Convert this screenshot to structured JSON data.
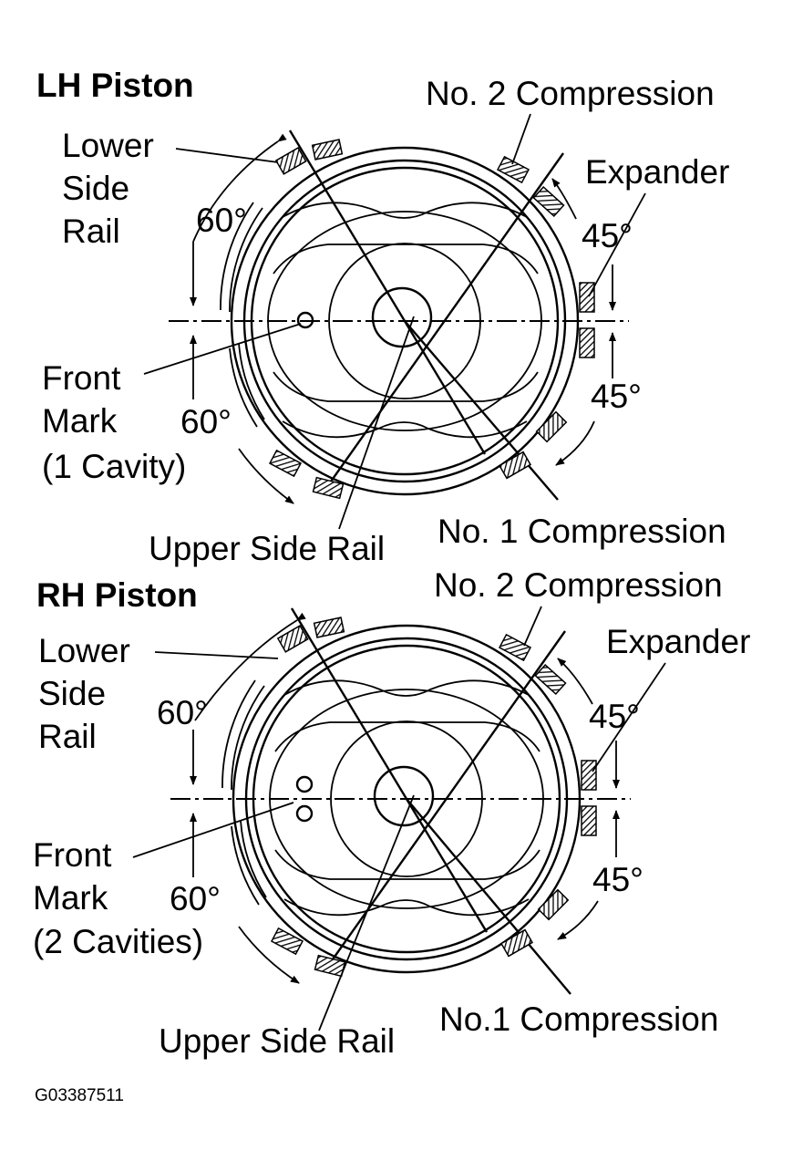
{
  "pistons": [
    {
      "title": "LH Piston",
      "labels": {
        "no2_compression": "No. 2 Compression",
        "lower_side_rail": [
          "Lower",
          "Side",
          "Rail"
        ],
        "expander": "Expander",
        "angle_top_left": "60°",
        "angle_top_right": "45°",
        "angle_bottom_left": "60°",
        "angle_bottom_right": "45°",
        "front_mark": [
          "Front",
          "Mark",
          "(1 Cavity)"
        ],
        "upper_side_rail": "Upper Side Rail",
        "no1_compression": "No. 1 Compression"
      },
      "front_mark_cavities": 1
    },
    {
      "title": "RH Piston",
      "labels": {
        "no2_compression": "No. 2 Compression",
        "lower_side_rail": [
          "Lower",
          "Side",
          "Rail"
        ],
        "expander": "Expander",
        "angle_top_left": "60°",
        "angle_top_right": "45°",
        "angle_bottom_left": "60°",
        "angle_bottom_right": "45°",
        "front_mark": [
          "Front",
          "Mark",
          "(2 Cavities)"
        ],
        "upper_side_rail": "Upper Side Rail",
        "no1_compression": "No.1 Compression"
      },
      "front_mark_cavities": 2
    }
  ],
  "figure_code": "G03387511"
}
